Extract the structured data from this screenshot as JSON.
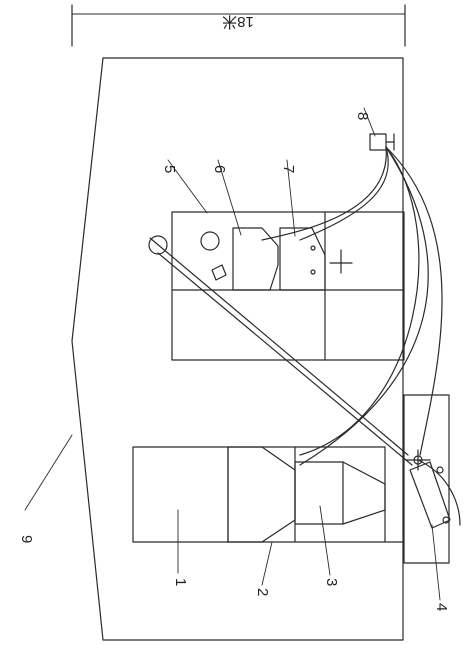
{
  "drawing": {
    "dimension_label": "18米",
    "labels": [
      "1",
      "2",
      "3",
      "4",
      "5",
      "6",
      "7",
      "8",
      "9"
    ]
  }
}
